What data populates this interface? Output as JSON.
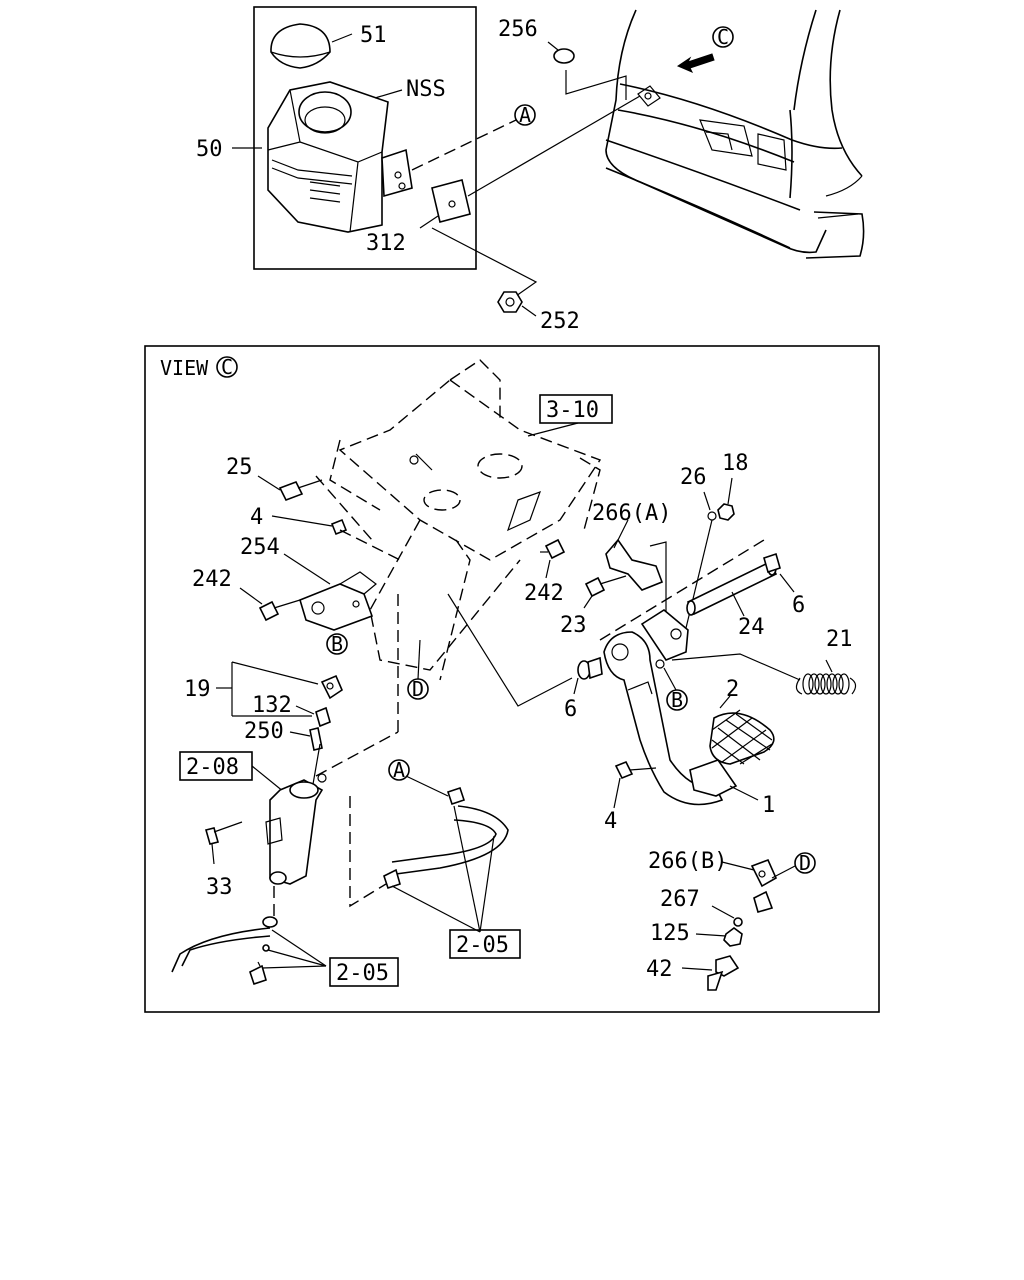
{
  "labels": {
    "top": {
      "l51": "51",
      "nss": "NSS",
      "l50": "50",
      "l256": "256",
      "c_circle": "C",
      "a_circle": "A",
      "l312": "312",
      "l252": "252"
    },
    "view": {
      "view_text": "VIEW",
      "view_circle": "C",
      "ref_3_10": "3-10",
      "l25": "25",
      "l4a": "4",
      "l254": "254",
      "l242a": "242",
      "l242b": "242",
      "l23": "23",
      "l266a": "266(A)",
      "l26": "26",
      "l18": "18",
      "l6a": "6",
      "l24": "24",
      "l21": "21",
      "l6b": "6",
      "l2": "2",
      "l1": "1",
      "l4b": "4",
      "b_circle_1": "B",
      "b_circle_2": "B",
      "d_circle_1": "D",
      "d_circle_2": "D",
      "a_circle_2": "A",
      "l19": "19",
      "l132": "132",
      "l250": "250",
      "ref_2_08": "2-08",
      "l33": "33",
      "ref_2_05a": "2-05",
      "ref_2_05b": "2-05",
      "l266b": "266(B)",
      "l267": "267",
      "l125": "125",
      "l42": "42"
    }
  }
}
